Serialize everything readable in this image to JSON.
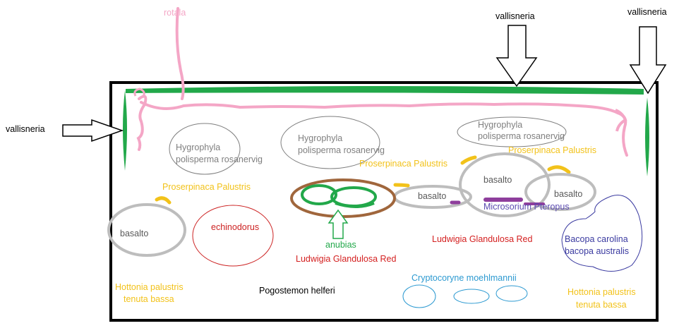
{
  "colors": {
    "frame": "#000000",
    "vallisneria": "#22a84a",
    "rotala": "#f4a6c6",
    "hygrophyla": "#7f7f7f",
    "proserpinaca": "#f2c21a",
    "basalto": "#bdbdbd",
    "echinodorus": "#cc2222",
    "anubias": "#22a84a",
    "ludwigia": "#d42020",
    "root": "#a0663c",
    "microsorium": "#5a4ab0",
    "microsorium_fill": "#8e3e9c",
    "bacopa": "#3a3aa0",
    "cryptocoryne": "#2d9ad1",
    "hottonia": "#f2c21a",
    "pogostemon": "#000000"
  },
  "labels": {
    "rotala": "rotala",
    "vallisneria_top_center": "vallisneria",
    "vallisneria_top_right": "vallisneria",
    "vallisneria_left": "vallisneria",
    "hygrophyla_left_1": "Hygrophyla",
    "hygrophyla_left_2": "polisperma rosanervig",
    "hygrophyla_center_1": "Hygrophyla",
    "hygrophyla_center_2": "polisperma rosanervig",
    "hygrophyla_right_1": "Hygrophyla",
    "hygrophyla_right_2": "polisperma rosanervig",
    "proserpinaca_left": "Proserpinaca Palustris",
    "proserpinaca_center": "Proserpinaca Palustris",
    "proserpinaca_right": "Proserpinaca Palustris",
    "basalto_left": "basalto",
    "basalto_center": "basalto",
    "basalto_big": "basalto",
    "basalto_right": "basalto",
    "echinodorus": "echinodorus",
    "anubias": "anubias",
    "ludwigia_center": "Ludwigia Glandulosa Red",
    "ludwigia_right": "Ludwigia Glandulosa Red",
    "microsorium": "Microsorium Pteropus",
    "bacopa_1": "Bacopa carolina",
    "bacopa_2": "bacopa australis",
    "cryptocoryne": "Cryptocoryne moehlmannii",
    "hottonia_left_1": "Hottonia palustris",
    "hottonia_left_2": "tenuta bassa",
    "hottonia_right_1": "Hottonia palustris",
    "hottonia_right_2": "tenuta bassa",
    "pogostemon": "Pogostemon helferi"
  }
}
